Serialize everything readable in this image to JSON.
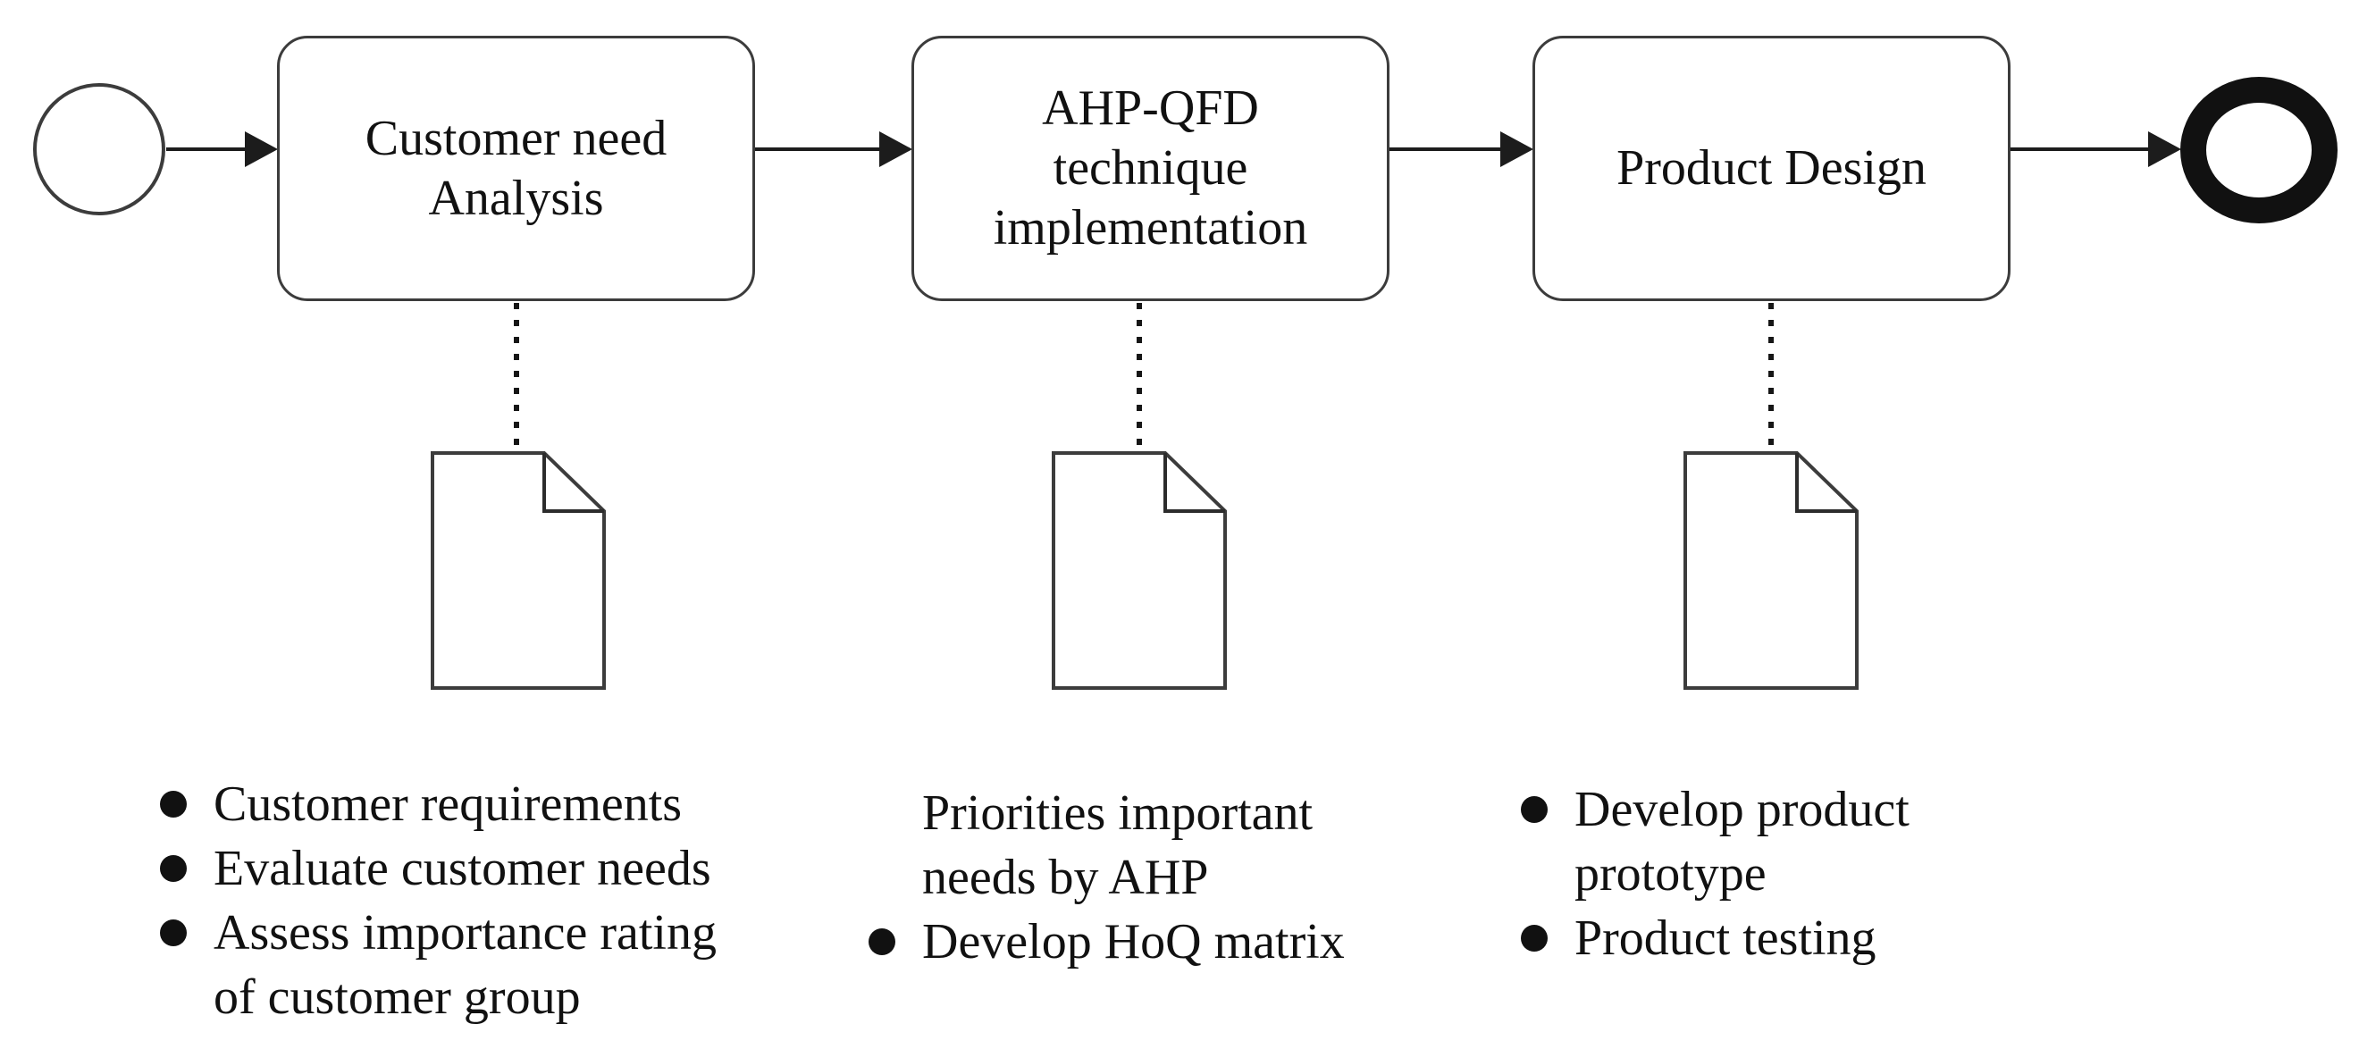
{
  "diagram": {
    "colors": {
      "background": "#ffffff",
      "shape_stroke": "#3c3c3c",
      "arrow": "#1c1c1c",
      "text": "#111111",
      "end_event_ring": "#111111"
    },
    "start_event": {
      "icon": "start-event-circle"
    },
    "end_event": {
      "icon": "end-event-thick-circle"
    },
    "document_icon": "page-with-folded-corner",
    "tasks": [
      {
        "lines": [
          "Customer need",
          "Analysis"
        ]
      },
      {
        "lines": [
          "AHP-QFD",
          "technique",
          "implementation"
        ]
      },
      {
        "lines": [
          "Product Design"
        ]
      }
    ],
    "notes": [
      {
        "items": [
          {
            "bullet": true,
            "lines": [
              "Customer requirements"
            ]
          },
          {
            "bullet": true,
            "lines": [
              "Evaluate customer needs"
            ]
          },
          {
            "bullet": true,
            "lines": [
              "Assess importance rating",
              "of customer group"
            ]
          }
        ]
      },
      {
        "items": [
          {
            "bullet": false,
            "lines": [
              "Priorities important",
              "needs by AHP"
            ]
          },
          {
            "bullet": true,
            "lines": [
              "Develop HoQ matrix"
            ]
          }
        ]
      },
      {
        "items": [
          {
            "bullet": true,
            "lines": [
              "Develop product",
              "prototype"
            ]
          },
          {
            "bullet": true,
            "lines": [
              "Product testing"
            ]
          }
        ]
      }
    ]
  }
}
